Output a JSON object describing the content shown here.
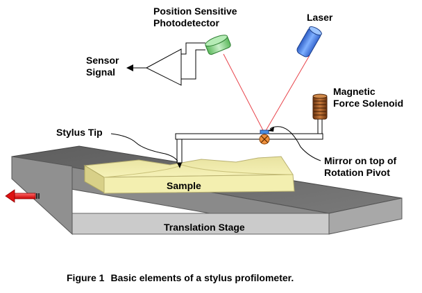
{
  "labels": {
    "psd": [
      "Position Sensitive",
      "Photodetector"
    ],
    "laser": "Laser",
    "sensor_signal": [
      "Sensor",
      "Signal"
    ],
    "magnetic_solenoid": [
      "Magnetic",
      "Force Solenoid"
    ],
    "stylus_tip": "Stylus Tip",
    "mirror_pivot": [
      "Mirror on top of",
      "Rotation Pivot"
    ],
    "sample": "Sample",
    "translation_stage": "Translation Stage"
  },
  "caption": {
    "figure_number": "Figure 1",
    "text": "Basic elements of a stylus profilometer."
  },
  "colors": {
    "stage_top": "#6e6e6e",
    "stage_side": "#c8c8c8",
    "sample_fill": "#eeeaa0",
    "laser_beam": "#e8434a",
    "laser_body": "#4f88e8",
    "detector": "#7ccd7c",
    "pivot": "#f0903c",
    "mirror": "#4a90e2",
    "solenoid": "#8b4a1e",
    "arrow": "#dd1111"
  }
}
